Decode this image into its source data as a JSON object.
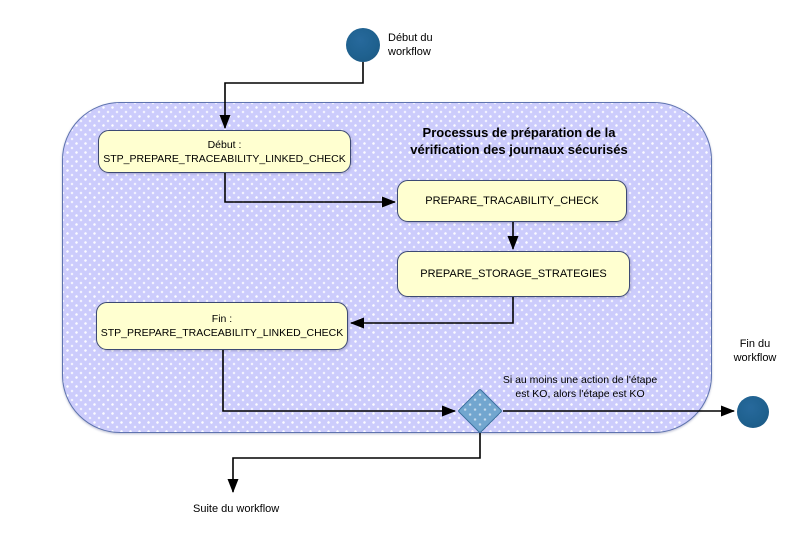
{
  "diagram": {
    "process_title": "Processus de préparation de la\nvérification des journaux sécurisés",
    "start_label": "Début du\nworkflow",
    "end_label": "Fin du\nworkflow",
    "continuation_label": "Suite du workflow",
    "condition_note": "Si au moins une action de l'étape\nest KO, alors l'étape est KO",
    "nodes": {
      "step_start": "Début :\nSTP_PREPARE_TRACEABILITY_LINKED_CHECK",
      "action_1": "PREPARE_TRACABILITY_CHECK",
      "action_2": "PREPARE_STORAGE_STRATEGIES",
      "step_end": "Fin :\nSTP_PREPARE_TRACEABILITY_LINKED_CHECK"
    },
    "colors": {
      "container_fill": "#ccccfc",
      "container_border": "#5f74af",
      "activity_fill": "#ffffd0",
      "activity_border": "#3d4a73",
      "terminal_fill": "#1f618f",
      "decision_fill": "#72a6cf",
      "decision_border": "#3a6f9e",
      "edge_color": "#000000"
    }
  }
}
